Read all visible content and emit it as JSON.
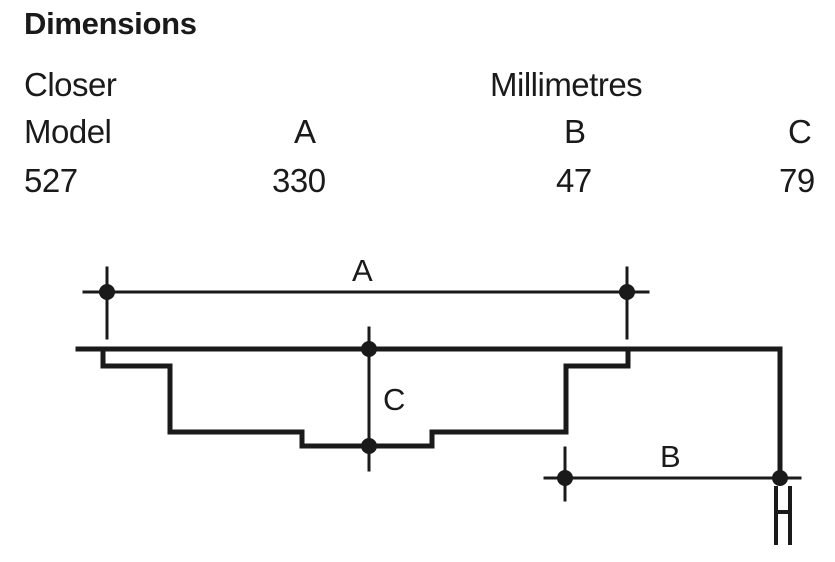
{
  "heading": "Dimensions",
  "table": {
    "col1_header_line1": "Closer",
    "col1_header_line2": "Model",
    "unit_header": "Millimetres",
    "headers": [
      "A",
      "B",
      "C"
    ],
    "row": {
      "model": "527",
      "a": "330",
      "b": "47",
      "c": "79"
    }
  },
  "diagram": {
    "label_a": "A",
    "label_b": "B",
    "label_c": "C"
  }
}
